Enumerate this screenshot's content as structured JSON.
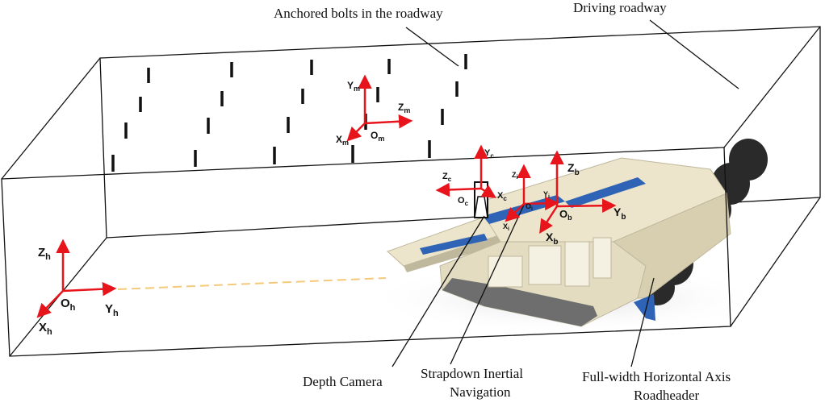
{
  "labels": {
    "anchored_bolts": "Anchored bolts in the roadway",
    "driving_roadway": "Driving roadway",
    "depth_camera": "Depth Camera",
    "sins_line1": "Strapdown Inertial",
    "sins_line2": "Navigation",
    "roadheader_line1": "Full-width Horizontal Axis",
    "roadheader_line2": "Roadheader"
  },
  "frames": {
    "h": {
      "z": "Z",
      "y": "Y",
      "x": "X",
      "o": "O",
      "sub": "h"
    },
    "m": {
      "z": "Z",
      "y": "Y",
      "x": "X",
      "o": "O",
      "sub": "m"
    },
    "c": {
      "z": "Z",
      "y": "Y",
      "x": "X",
      "o": "O",
      "sub": "c"
    },
    "i": {
      "z": "Z",
      "y": "Y",
      "x": "X",
      "o": "O",
      "sub": "i"
    },
    "b": {
      "z": "Z",
      "y": "Y",
      "x": "X",
      "o": "O",
      "sub": "b"
    }
  },
  "colors": {
    "axis": "#e8141c",
    "machine_body": "#ece5cc",
    "machine_shadow": "#bfb89c",
    "machine_blue": "#2f63b5",
    "cutter": "#2a2a2a",
    "box_line": "#111111",
    "laser": "#f5c97a"
  }
}
